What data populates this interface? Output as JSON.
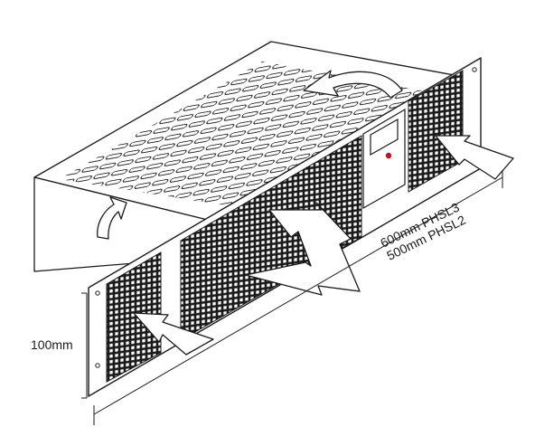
{
  "labels": {
    "height": "100mm",
    "width_phsl3": "600mm PHSL3",
    "width_phsl2": "500mm PHSL2"
  },
  "colors": {
    "line": "#1a1a1a",
    "indicator": "#c0161b",
    "background": "#ffffff"
  }
}
